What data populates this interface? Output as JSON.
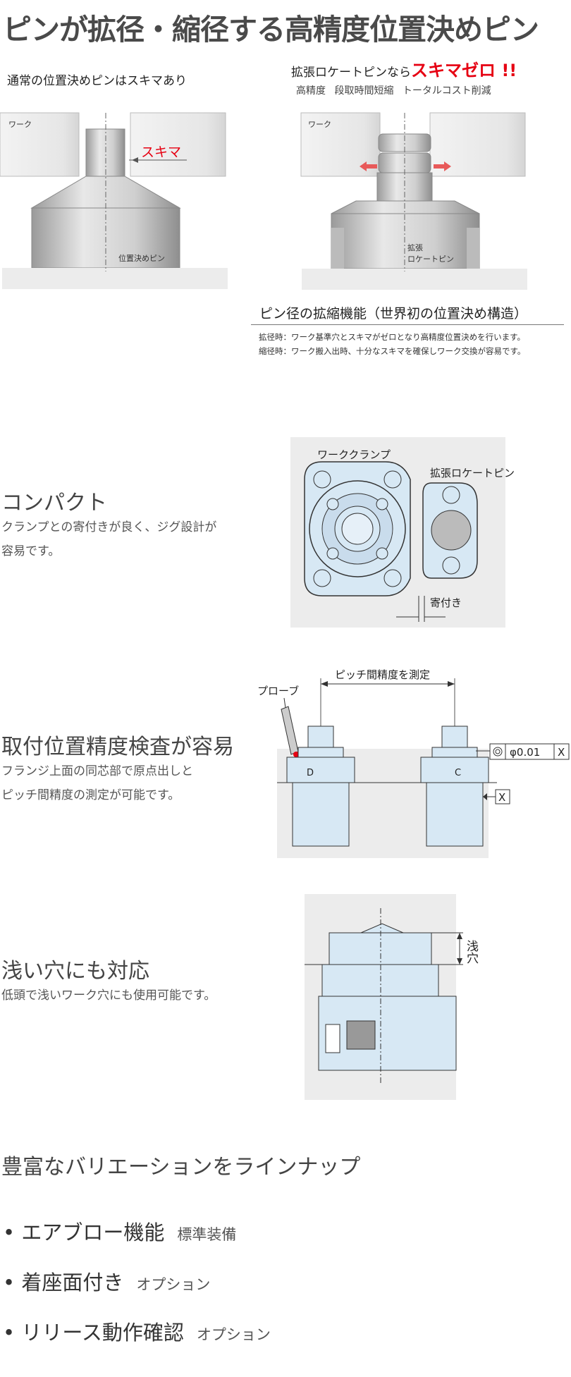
{
  "page_title": "ピンが拡径・縮径する高精度位置決めピン",
  "compare": {
    "left_caption": "通常の位置決めピンはスキマあり",
    "right_caption_prefix": "拡張ロケートピンなら",
    "right_caption_emphasis": "スキマゼロ !!",
    "right_subcaption": "高精度 段取時間短縮 トータルコスト削減",
    "work_label": "ワーク",
    "gap_label": "スキマ",
    "normal_pin_label": "位置決めピン",
    "expand_pin_label_1": "拡張",
    "expand_pin_label_2": "ロケートピン"
  },
  "function": {
    "title": "ピン径の拡縮機能（世界初の位置決め構造）",
    "desc_expand": "拡径時：ワーク基準穴とスキマがゼロとなり高精度位置決めを行います。",
    "desc_shrink": "縮径時：ワーク搬入出時、十分なスキマを確保しワーク交換が容易です。"
  },
  "compact": {
    "heading": "コンパクト",
    "line1": "クランプとの寄付きが良く、ジグ設計が",
    "line2": "容易です。",
    "clamp_label": "ワーククランプ",
    "pin_label": "拡張ロケートピン",
    "approach_label": "寄付き"
  },
  "inspection": {
    "heading": "取付位置精度検査が容易",
    "line1": "フランジ上面の同芯部で原点出しと",
    "line2": "ピッチ間精度の測定が可能です。",
    "pitch_label": "ピッチ間精度を測定",
    "probe_label": "プローブ",
    "tolerance_value": "φ0.01",
    "datum": "X",
    "pin_d": "D",
    "pin_c": "C"
  },
  "shallow": {
    "heading": "浅い穴にも対応",
    "line1": "低頭で浅いワーク穴にも使用可能です。",
    "hole_label": "浅穴"
  },
  "variations": {
    "heading": "豊富なバリエーションをラインナップ",
    "items": [
      {
        "name": "エアブロー機能",
        "note": "標準装備"
      },
      {
        "name": "着座面付き",
        "note": "オプション"
      },
      {
        "name": "リリース動作確認",
        "note": "オプション"
      }
    ]
  },
  "colors": {
    "accent_red": "#e60012",
    "part_blue": "#d7e8f4",
    "panel_gray": "#ececec"
  }
}
